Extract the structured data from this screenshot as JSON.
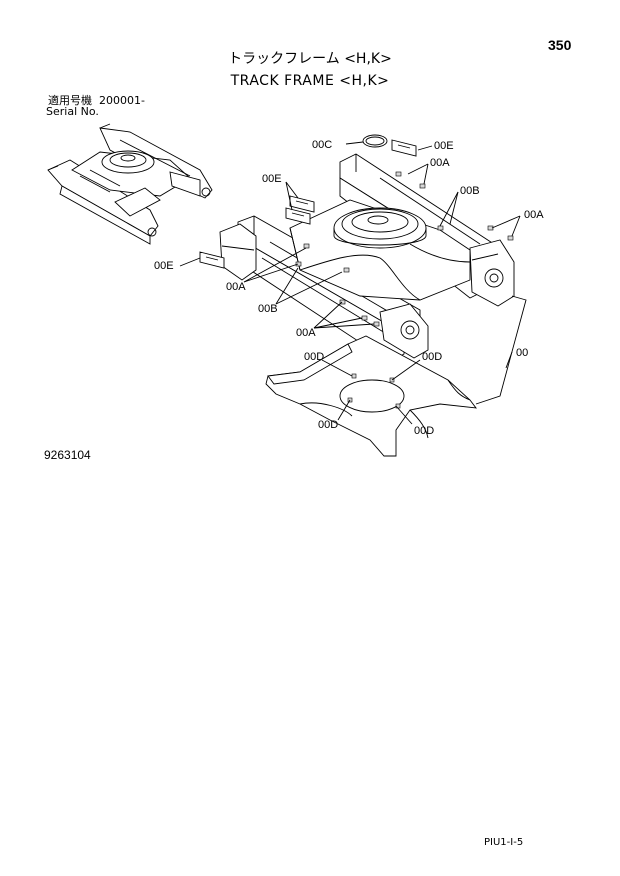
{
  "page_number": "350",
  "title_jp": "トラックフレーム <H,K>",
  "title_en": "TRACK FRAME <H,K>",
  "serial": {
    "label_jp": "適用号機",
    "range": "200001-",
    "label_en": "Serial No."
  },
  "illustration_number": "9263104",
  "page_code": "PIU1-I-5",
  "callouts": {
    "00C": "00C",
    "00E": "00E",
    "00A": "00A",
    "00B": "00B",
    "00D": "00D",
    "00": "00"
  }
}
